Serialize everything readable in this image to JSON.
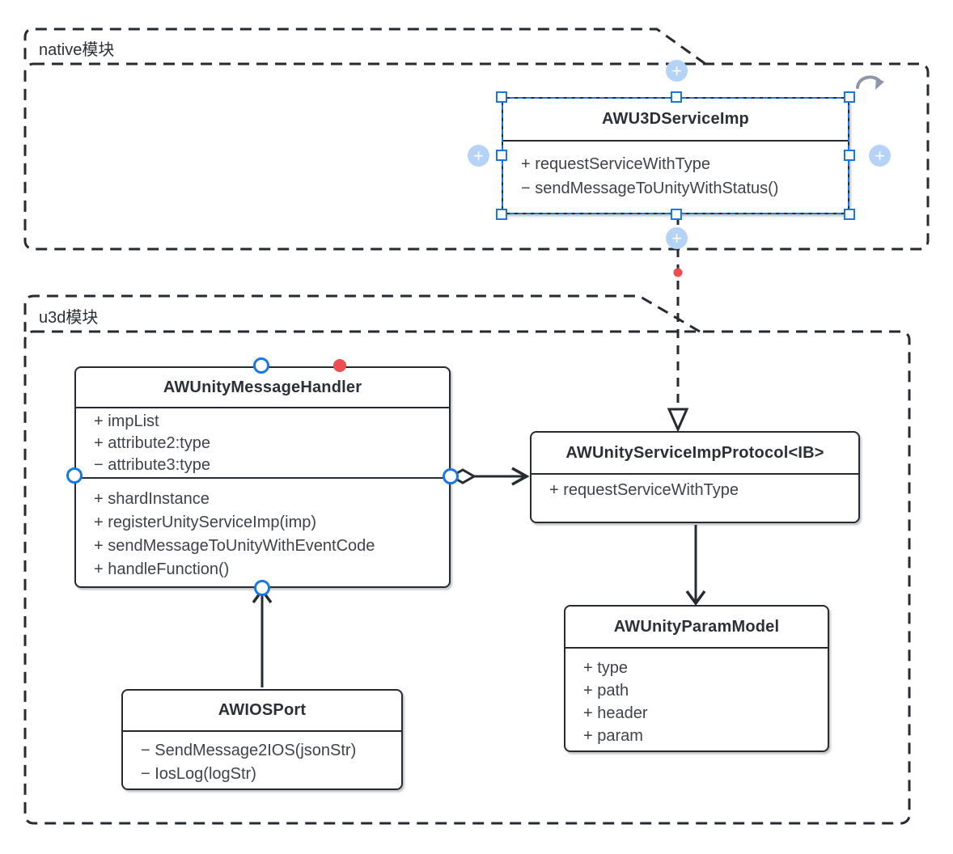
{
  "packages": [
    {
      "label": "native模块"
    },
    {
      "label": "u3d模块"
    }
  ],
  "classes": [
    {
      "name": "AWU3DServiceImp",
      "selected": true,
      "sections": [
        [
          "+ requestServiceWithType",
          "− sendMessageToUnityWithStatus()"
        ]
      ]
    },
    {
      "name": "AWUnityMessageHandler",
      "sections": [
        [
          "+ impList",
          "+ attribute2:type",
          "− attribute3:type"
        ],
        [
          "+ shardInstance",
          "+ registerUnityServiceImp(imp)",
          "+ sendMessageToUnityWithEventCode",
          "+ handleFunction()"
        ]
      ]
    },
    {
      "name": "AWUnityServiceImpProtocol<IB>",
      "sections": [
        [
          "+ requestServiceWithType"
        ]
      ]
    },
    {
      "name": "AWUnityParamModel",
      "sections": [
        [
          "+ type",
          "+ path",
          "+ header",
          "+ param"
        ]
      ]
    },
    {
      "name": "AWIOSPort",
      "sections": [
        [
          "− SendMessage2IOS(jsonStr)",
          "− IosLog(logStr)"
        ]
      ]
    }
  ],
  "selection": {
    "plus_label": "+"
  },
  "connectors": [
    {
      "from": "AWU3DServiceImp",
      "to": "AWUnityServiceImpProtocol<IB>",
      "type": "realization-dashed-hollow-triangle"
    },
    {
      "from": "AWUnityMessageHandler",
      "to": "AWUnityServiceImpProtocol<IB>",
      "type": "aggregation-diamond-open-arrow"
    },
    {
      "from": "AWUnityServiceImpProtocol<IB>",
      "to": "AWUnityParamModel",
      "type": "association-open-arrow"
    },
    {
      "from": "AWIOSPort",
      "to": "AWUnityMessageHandler",
      "type": "association-open-arrow"
    }
  ],
  "colors": {
    "stroke": "#262b31",
    "member_text": "#3e434a",
    "title_text": "#2b3037",
    "selection_blue": "#1877e6",
    "plus_button_fill": "#b5d3f7",
    "endpoint_red": "#ee4d52",
    "rotate_gray": "#8e97a8",
    "background": "#ffffff"
  }
}
